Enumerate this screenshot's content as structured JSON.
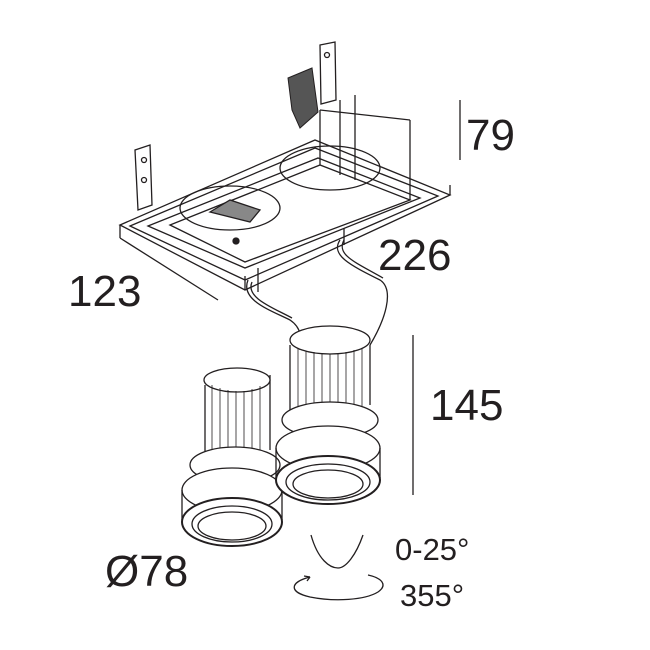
{
  "dimensions": {
    "height_housing": "79",
    "length": "226",
    "width": "123",
    "height_module": "145",
    "diameter": "Ø78"
  },
  "adjustment": {
    "tilt": "0-25°",
    "rotation": "355°"
  },
  "colors": {
    "line": "#231f20",
    "background": "#ffffff"
  }
}
